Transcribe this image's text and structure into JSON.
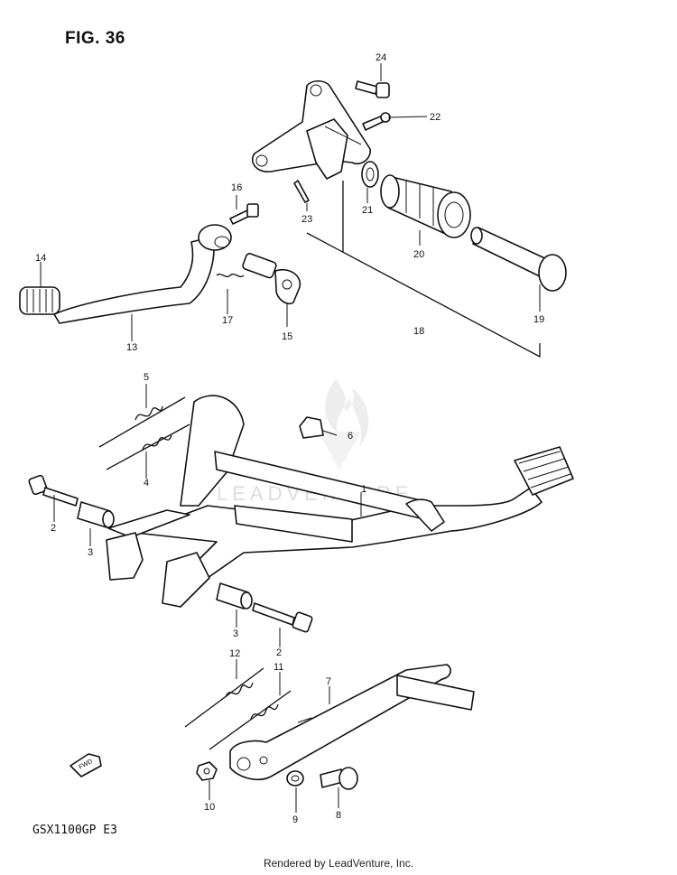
{
  "figure": {
    "title": "FIG. 36",
    "model_code": "GSX1100GP  E3"
  },
  "footer": {
    "text": "Rendered by LeadVenture, Inc."
  },
  "watermark": {
    "text": "LEADVENTURE"
  },
  "callouts": {
    "p1": "1",
    "p2a": "2",
    "p2b": "2",
    "p3a": "3",
    "p3b": "3",
    "p4": "4",
    "p5": "5",
    "p6": "6",
    "p7": "7",
    "p8": "8",
    "p9": "9",
    "p10": "10",
    "p11": "11",
    "p12": "12",
    "p13": "13",
    "p14": "14",
    "p15": "15",
    "p16": "16",
    "p17": "17",
    "p18": "18",
    "p19": "19",
    "p20": "20",
    "p21": "21",
    "p22": "22",
    "p23": "23",
    "p24": "24"
  },
  "icons": {
    "front_arrow": "fwd-arrow-icon",
    "logo": "leadventure-flame-icon"
  }
}
